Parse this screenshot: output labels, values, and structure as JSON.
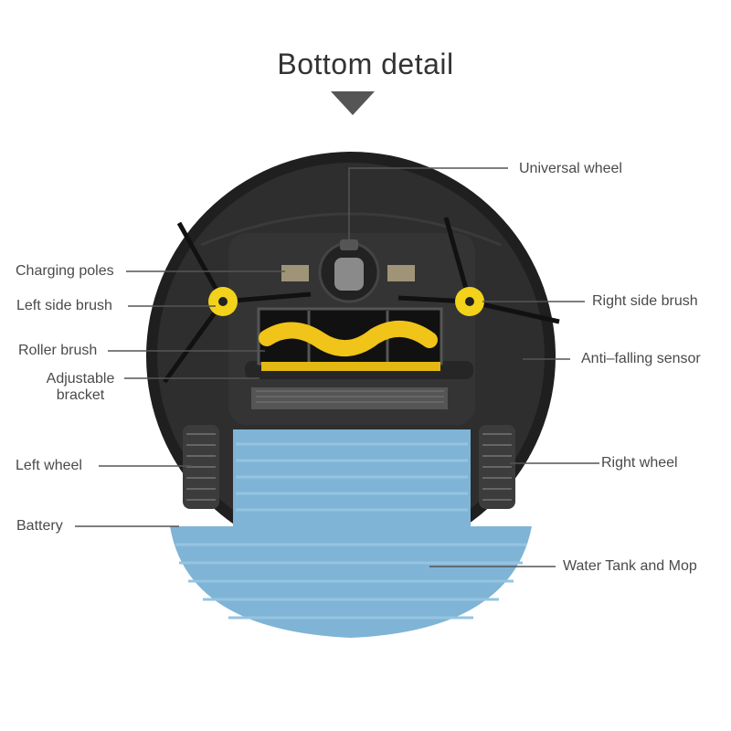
{
  "title": "Bottom detail",
  "labels": {
    "universal_wheel": "Universal wheel",
    "charging_poles": "Charging poles",
    "left_side_brush": "Left side brush",
    "right_side_brush": "Right side brush",
    "roller_brush": "Roller brush",
    "anti_falling_sensor": "Anti–falling sensor",
    "adjustable_bracket_line1": "Adjustable",
    "adjustable_bracket_line2": "bracket",
    "left_wheel": "Left wheel",
    "right_wheel": "Right wheel",
    "battery": "Battery",
    "water_tank_mop": "Water Tank and Mop"
  },
  "colors": {
    "body": "#2b2b2b",
    "body_edge": "#1a1a1a",
    "mop": "#7fb4d6",
    "mop_stripe": "#96c4e0",
    "brush_hub": "#f2d21a",
    "roller": "#f0c418",
    "leader": "#555555",
    "arrow": "#555555"
  }
}
